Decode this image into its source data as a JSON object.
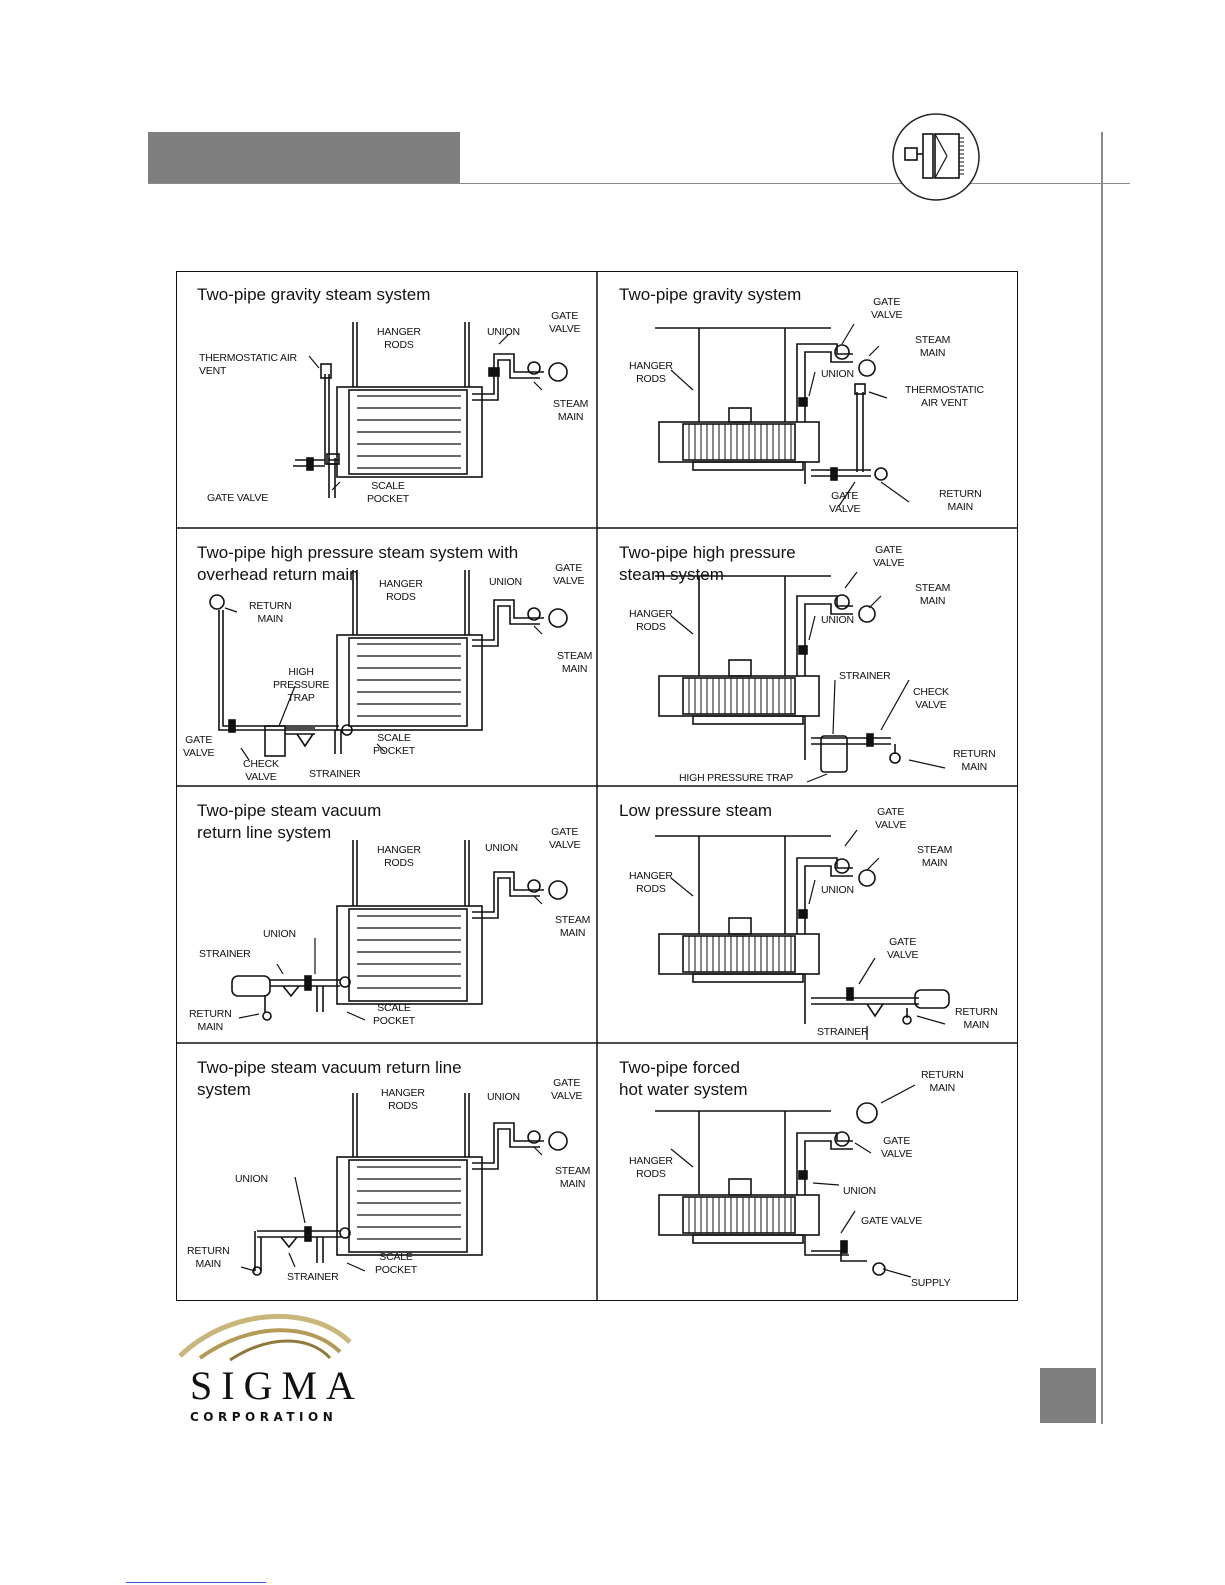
{
  "brand": {
    "name": "SIGMA",
    "subtitle": "CORPORATION",
    "accent_gray": "#7f7f7f"
  },
  "icon": "unit-heater-icon",
  "panels": [
    {
      "title": "Two-pipe gravity steam system",
      "labels": {
        "hanger": "HANGER\nRODS",
        "union": "UNION",
        "gate": "GATE\nVALVE",
        "vent": "THERMOSTATIC AIR\nVENT",
        "steam": "STEAM\nMAIN",
        "gatevalve": "GATE VALVE",
        "scale": "SCALE\nPOCKET"
      }
    },
    {
      "title": "Two-pipe gravity system",
      "labels": {
        "gate": "GATE\nVALVE",
        "hanger": "HANGER\nRODS",
        "steam": "STEAM\nMAIN",
        "union": "UNION",
        "vent": "THERMOSTATIC\nAIR VENT",
        "gate2": "GATE\nVALVE",
        "return": "RETURN\nMAIN"
      }
    },
    {
      "title": "Two-pipe high pressure steam system with\noverhead return main",
      "labels": {
        "hanger": "HANGER\nRODS",
        "union": "UNION",
        "gate": "GATE\nVALVE",
        "return": "RETURN\nMAIN",
        "steam": "STEAM\nMAIN",
        "trap": "HIGH\nPRESSURE\nTRAP",
        "gate2": "GATE\nVALVE",
        "scale": "SCALE\nPOCKET",
        "check": "CHECK\nVALVE",
        "strainer": "STRAINER"
      }
    },
    {
      "title": "Two-pipe high pressure\nsteam system",
      "labels": {
        "gate": "GATE\nVALVE",
        "hanger": "HANGER\nRODS",
        "steam": "STEAM\nMAIN",
        "union": "UNION",
        "strainer": "STRAINER",
        "check": "CHECK\nVALVE",
        "return": "RETURN\nMAIN",
        "hptrap": "HIGH PRESSURE TRAP"
      }
    },
    {
      "title": "Two-pipe steam vacuum\nreturn line system",
      "labels": {
        "hanger": "HANGER\nRODS",
        "union": "UNION",
        "gate": "GATE\nVALVE",
        "steam": "STEAM\nMAIN",
        "union2": "UNION",
        "strainer": "STRAINER",
        "return": "RETURN\nMAIN",
        "scale": "SCALE\nPOCKET"
      }
    },
    {
      "title": "Low pressure steam",
      "labels": {
        "gate": "GATE\nVALVE",
        "hanger": "HANGER\nRODS",
        "steam": "STEAM\nMAIN",
        "union": "UNION",
        "gate2": "GATE\nVALVE",
        "return": "RETURN\nMAIN",
        "strainer": "STRAINER"
      }
    },
    {
      "title": "Two-pipe steam vacuum return line\nsystem",
      "labels": {
        "hanger": "HANGER\nRODS",
        "union": "UNION",
        "gate": "GATE\nVALVE",
        "steam": "STEAM\nMAIN",
        "union2": "UNION",
        "return": "RETURN\nMAIN",
        "strainer": "STRAINER",
        "scale": "SCALE\nPOCKET"
      }
    },
    {
      "title": "Two-pipe forced\nhot water system",
      "labels": {
        "return": "RETURN\nMAIN",
        "hanger": "HANGER\nRODS",
        "gate": "GATE\nVALVE",
        "union": "UNION",
        "gatevalve": "GATE VALVE",
        "supply": "SUPPLY"
      }
    }
  ]
}
